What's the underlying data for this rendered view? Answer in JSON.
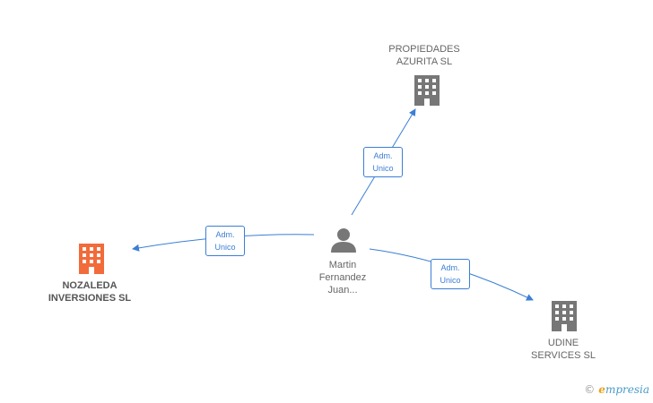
{
  "nodes": {
    "person": {
      "label": "Martin\nFernandez\nJuan...",
      "icon": "person-icon",
      "color": "#777777"
    },
    "propiedades": {
      "label": "PROPIEDADES\nAZURITA SL",
      "icon": "building-icon",
      "color": "#777777"
    },
    "nozaleda": {
      "label": "NOZALEDA\nINVERSIONES SL",
      "icon": "building-icon",
      "color": "#f26b3a"
    },
    "udine": {
      "label": "UDINE\nSERVICES SL",
      "icon": "building-icon",
      "color": "#777777"
    }
  },
  "relations": {
    "to_propiedades": "Adm.\nUnico",
    "to_nozaleda": "Adm.\nUnico",
    "to_udine": "Adm.\nUnico"
  },
  "colors": {
    "edge": "#3b7fd4"
  },
  "brand": {
    "copyright": "©",
    "name": "mpresia",
    "initial": "e"
  }
}
